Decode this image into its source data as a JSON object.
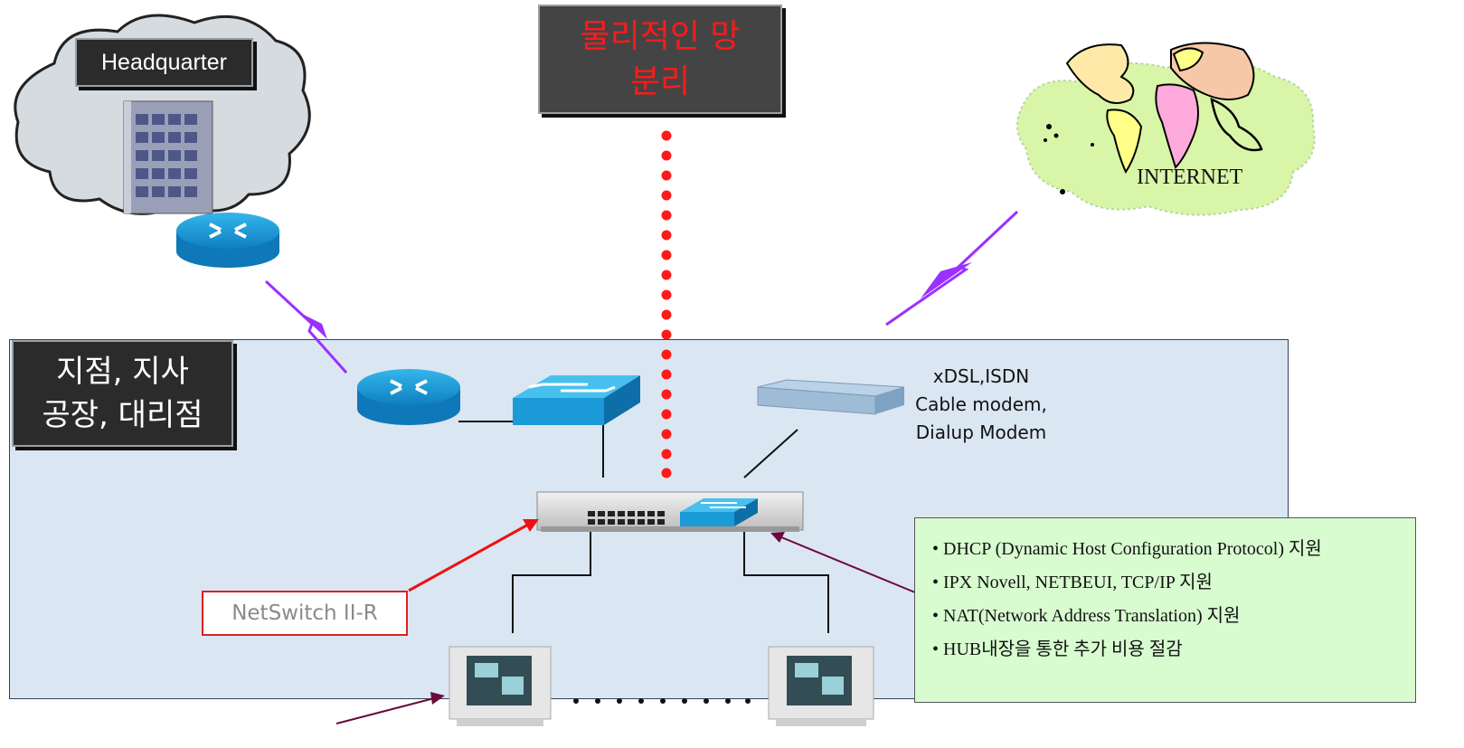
{
  "headquarter": {
    "label": "Headquarter"
  },
  "separation": {
    "line1": "물리적인 망",
    "line2": "분리"
  },
  "internet": {
    "label": "INTERNET"
  },
  "branch": {
    "line1": "지점, 지사",
    "line2": "공장, 대리점"
  },
  "modem": {
    "line1": "xDSL,ISDN",
    "line2": "Cable modem,",
    "line3": "Dialup Modem"
  },
  "product": {
    "label": "NetSwitch II-R"
  },
  "features": {
    "items": [
      "• DHCP (Dynamic Host Configuration Protocol) 지원",
      "• IPX Novell, NETBEUI, TCP/IP 지원",
      "• NAT(Network Address Translation) 지원",
      "• HUB내장을 통한 추가 비용 절감"
    ]
  },
  "colors": {
    "branch_zone": "#dbe6f3",
    "separator_dots": "#ff1a1a",
    "wan_links": "#9b30ff",
    "features_box": "#d8fcd0",
    "device_blue": "#1a9bd7"
  },
  "icons": [
    "cloud-icon",
    "building-icon",
    "router-icon",
    "switch-icon",
    "modem-icon",
    "network-switch-icon",
    "computer-icon",
    "world-map-icon",
    "lightning-link-icon"
  ]
}
